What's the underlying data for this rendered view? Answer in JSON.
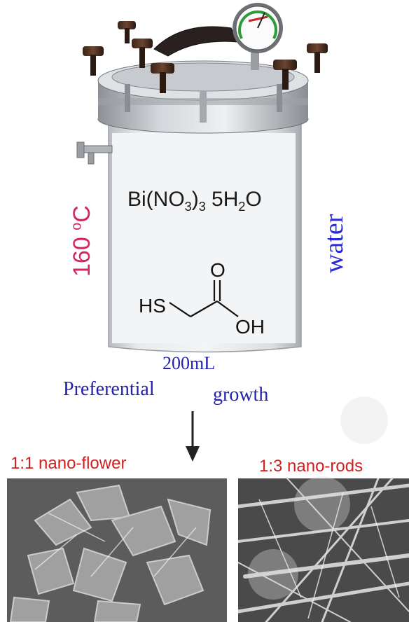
{
  "autoclave": {
    "formula_main": "Bi(NO",
    "formula_sub1": "3",
    "formula_mid": ")",
    "formula_sub2": "3",
    "formula_water": " 5H",
    "formula_sub3": "2",
    "formula_end": "O",
    "molecule_hs": "HS",
    "molecule_o": "O",
    "molecule_oh": "OH",
    "temperature_value": "160 ",
    "temperature_degree": "o",
    "temperature_unit": "C",
    "solvent": "water",
    "volume": "200mL"
  },
  "process": {
    "label_left": "Preferential",
    "label_right": "growth"
  },
  "results": {
    "left_caption": "1:1 nano-flower",
    "right_caption": "1:3 nano-rods"
  },
  "colors": {
    "temperature": "#d6245c",
    "solvent": "#2b2bd6",
    "caption": "#d02020"
  }
}
